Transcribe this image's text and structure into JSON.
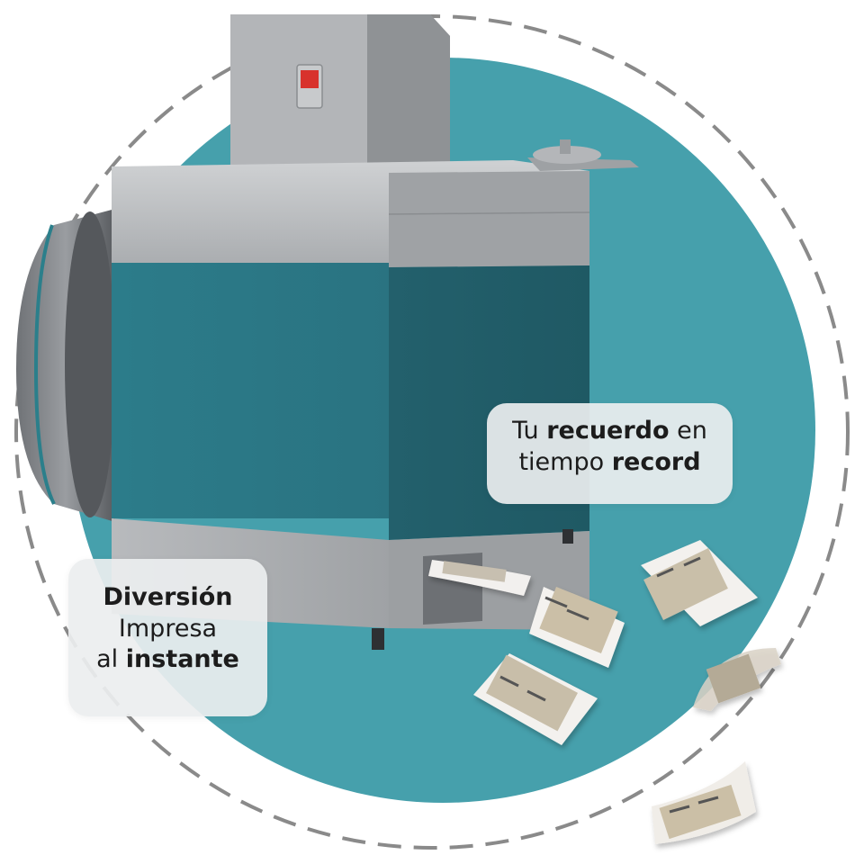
{
  "callout_right": {
    "line1": {
      "pre": "Tu ",
      "bold": "recuerdo",
      "post": " en"
    },
    "line2": {
      "pre": "tiempo ",
      "bold": "record"
    }
  },
  "callout_left": {
    "line1": {
      "bold": "Diversión"
    },
    "line2": {
      "pre": "Impresa"
    },
    "line3": {
      "pre": "al ",
      "bold": "instante"
    }
  },
  "colors": {
    "circle": "#46a0ac",
    "teal_panel": "#2e7e8c",
    "machine_gray": "#b7b9bc",
    "dash": "#8a8a8a",
    "indicator": "#d8322c"
  },
  "photo_strips": [
    "photo-strip",
    "photo-strip",
    "photo-strip",
    "photo-strip",
    "photo-strip"
  ]
}
